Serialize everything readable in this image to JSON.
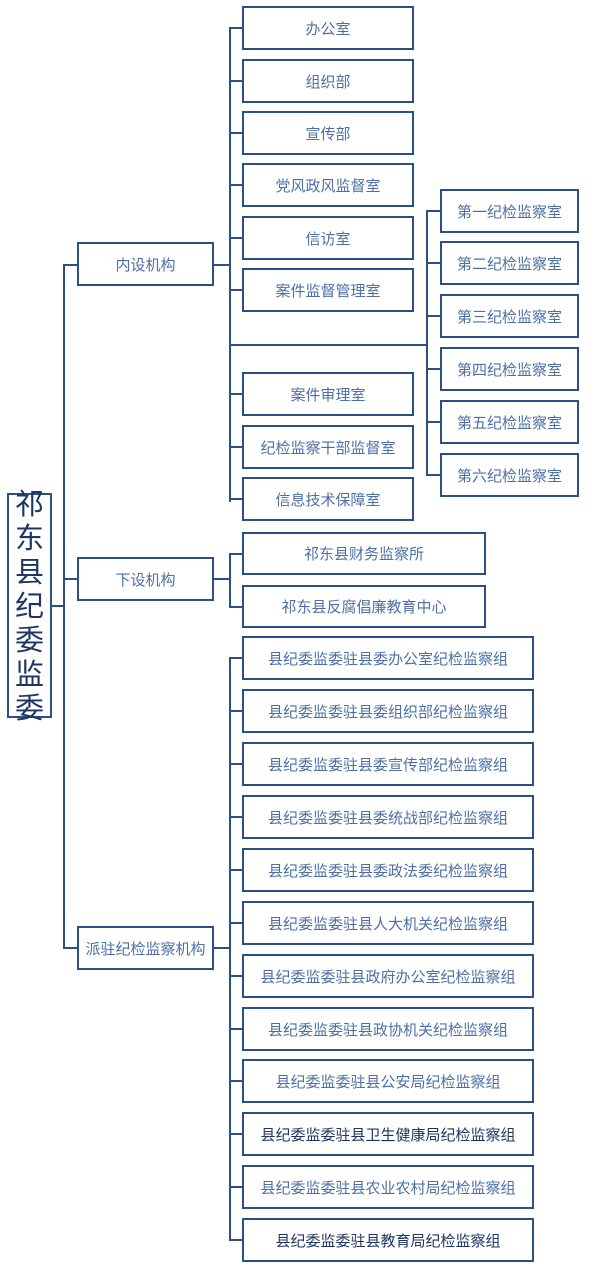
{
  "root": {
    "chars": [
      "祁",
      "东",
      "县",
      "纪",
      "委",
      "监",
      "委"
    ],
    "label": "祁东县纪委监委"
  },
  "branches": {
    "internal": {
      "label": "内设机构",
      "items": [
        "办公室",
        "组织部",
        "宣传部",
        "党风政风监督室",
        "信访室",
        "案件监督管理室",
        "案件审理室",
        "纪检监察干部监督室",
        "信息技术保障室"
      ],
      "sub_items": [
        "第一纪检监察室",
        "第二纪检监察室",
        "第三纪检监察室",
        "第四纪检监察室",
        "第五纪检监察室",
        "第六纪检监察室"
      ]
    },
    "subordinate": {
      "label": "下设机构",
      "items": [
        "祁东县财务监察所",
        "祁东县反腐倡廉教育中心"
      ]
    },
    "stationed": {
      "label": "派驻纪检监察机构",
      "items": [
        "县纪委监委驻县委办公室纪检监察组",
        "县纪委监委驻县委组织部纪检监察组",
        "县纪委监委驻县委宣传部纪检监察组",
        "县纪委监委驻县委统战部纪检监察组",
        "县纪委监委驻县委政法委纪检监察组",
        "县纪委监委驻县人大机关纪检监察组",
        "县纪委监委驻县政府办公室纪检监察组",
        "县纪委监委驻县政协机关纪检监察组",
        "县纪委监委驻县公安局纪检监察组",
        "县纪委监委驻县卫生健康局纪检监察组",
        "县纪委监委驻县农业农村局纪检监察组",
        "县纪委监委驻县教育局纪检监察组"
      ]
    }
  },
  "colors": {
    "line": "#2b4f86",
    "text_light": "#4d6fa6",
    "text_dark": "#1f3564"
  }
}
